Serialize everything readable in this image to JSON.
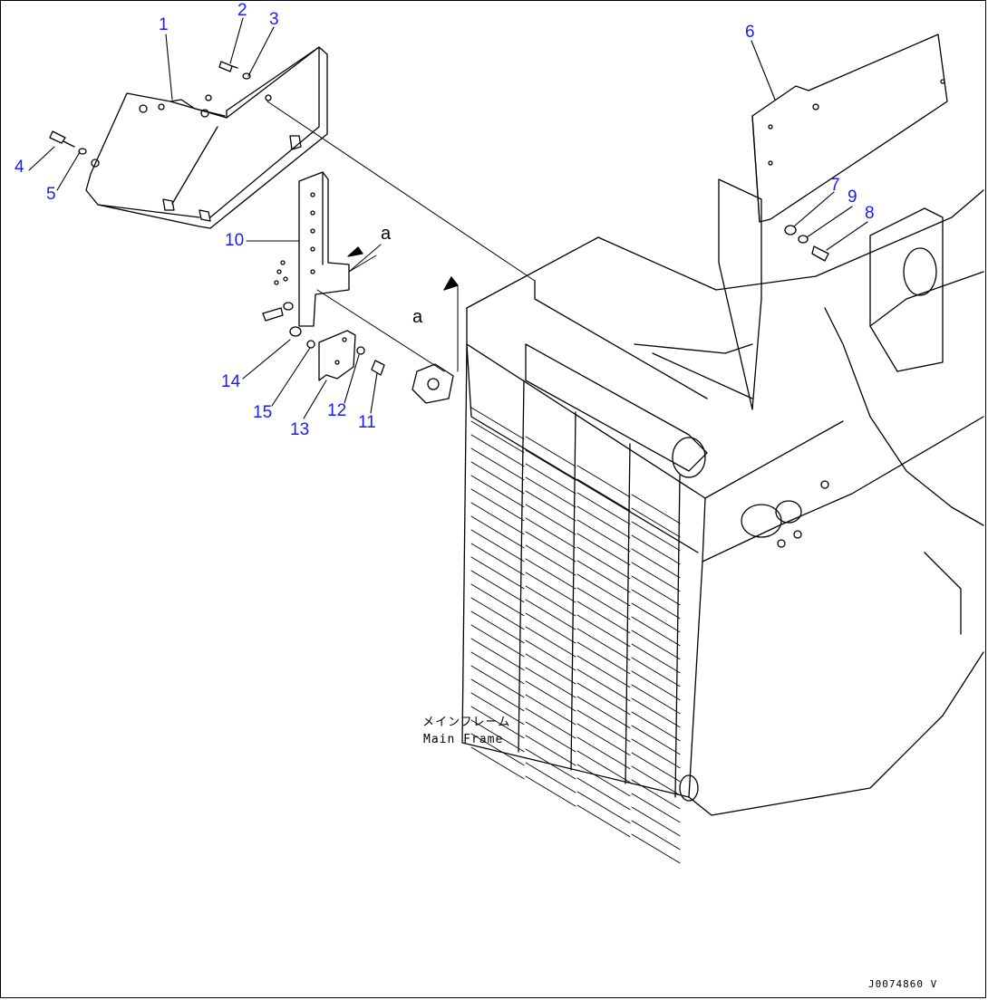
{
  "colors": {
    "callout": "#1a1aff",
    "line": "#000000",
    "background": "#ffffff"
  },
  "callouts": [
    {
      "id": "1",
      "label": "1"
    },
    {
      "id": "2",
      "label": "2"
    },
    {
      "id": "3",
      "label": "3"
    },
    {
      "id": "4",
      "label": "4"
    },
    {
      "id": "5",
      "label": "5"
    },
    {
      "id": "6",
      "label": "6"
    },
    {
      "id": "7",
      "label": "7"
    },
    {
      "id": "8",
      "label": "8"
    },
    {
      "id": "9",
      "label": "9"
    },
    {
      "id": "10",
      "label": "10"
    },
    {
      "id": "11",
      "label": "11"
    },
    {
      "id": "12",
      "label": "12"
    },
    {
      "id": "13",
      "label": "13"
    },
    {
      "id": "14",
      "label": "14"
    },
    {
      "id": "15",
      "label": "15"
    }
  ],
  "view_letters": [
    "a",
    "a"
  ],
  "frame_label": {
    "japanese": "メインフレーム",
    "english": "Main Frame"
  },
  "drawing_id": "J0074860 V"
}
